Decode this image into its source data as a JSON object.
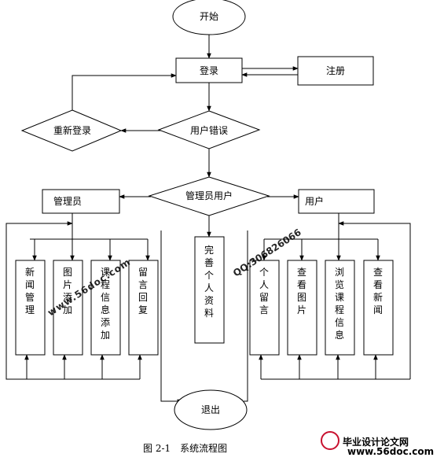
{
  "nodes": {
    "start": "开始",
    "login": "登录",
    "register": "注册",
    "relogin": "重新登录",
    "user_error": "用户错误",
    "role_check": "管理员用户",
    "admin": "管理员",
    "user": "用户",
    "admin_news": "新闻管理",
    "admin_image": "图片添加",
    "admin_course": "课程信息添加",
    "admin_reply": "留言回复",
    "profile": "完善个人资料",
    "user_message": "个人留言",
    "user_images": "查看图片",
    "user_courses": "浏览课程信息",
    "user_news": "查看新闻",
    "exit": "退出"
  },
  "caption": "图 2-1　系统流程图",
  "watermarks": {
    "url": "www.56doc.com",
    "qq": "QQ:306826066",
    "site_title": "毕业设计论文网",
    "site_url": "www.56doc.com"
  },
  "colors": {
    "watermark": "#e0c06e",
    "logo_red": "#c8102e"
  }
}
